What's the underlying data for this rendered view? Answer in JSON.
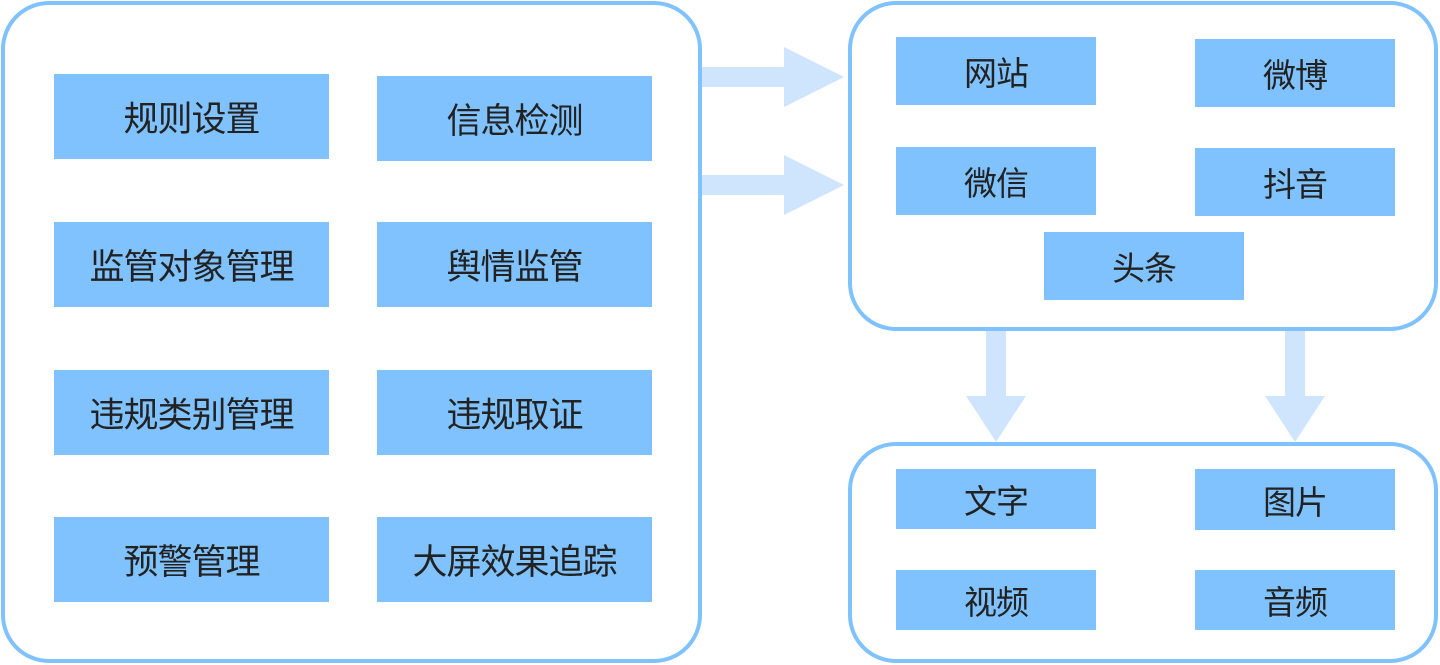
{
  "colors": {
    "panel_border": "#7fc2fd",
    "node_fill": "#7fc2fd",
    "arrow_fill": "#cfe5fd",
    "text": "#222222"
  },
  "functions_panel": {
    "items": [
      {
        "label": "规则设置"
      },
      {
        "label": "信息检测"
      },
      {
        "label": "监管对象管理"
      },
      {
        "label": "舆情监管"
      },
      {
        "label": "违规类别管理"
      },
      {
        "label": "违规取证"
      },
      {
        "label": "预警管理"
      },
      {
        "label": "大屏效果追踪"
      }
    ]
  },
  "sources_panel": {
    "items": [
      {
        "label": "网站"
      },
      {
        "label": "微博"
      },
      {
        "label": "微信"
      },
      {
        "label": "抖音"
      },
      {
        "label": "头条"
      }
    ]
  },
  "media_panel": {
    "items": [
      {
        "label": "文字"
      },
      {
        "label": "图片"
      },
      {
        "label": "视频"
      },
      {
        "label": "音频"
      }
    ]
  },
  "connections": [
    {
      "from": "functions_panel",
      "to": "sources_panel",
      "direction": "right"
    },
    {
      "from": "functions_panel",
      "to": "sources_panel",
      "direction": "right"
    },
    {
      "from": "sources_panel",
      "to": "media_panel",
      "direction": "down"
    },
    {
      "from": "sources_panel",
      "to": "media_panel",
      "direction": "down"
    }
  ]
}
